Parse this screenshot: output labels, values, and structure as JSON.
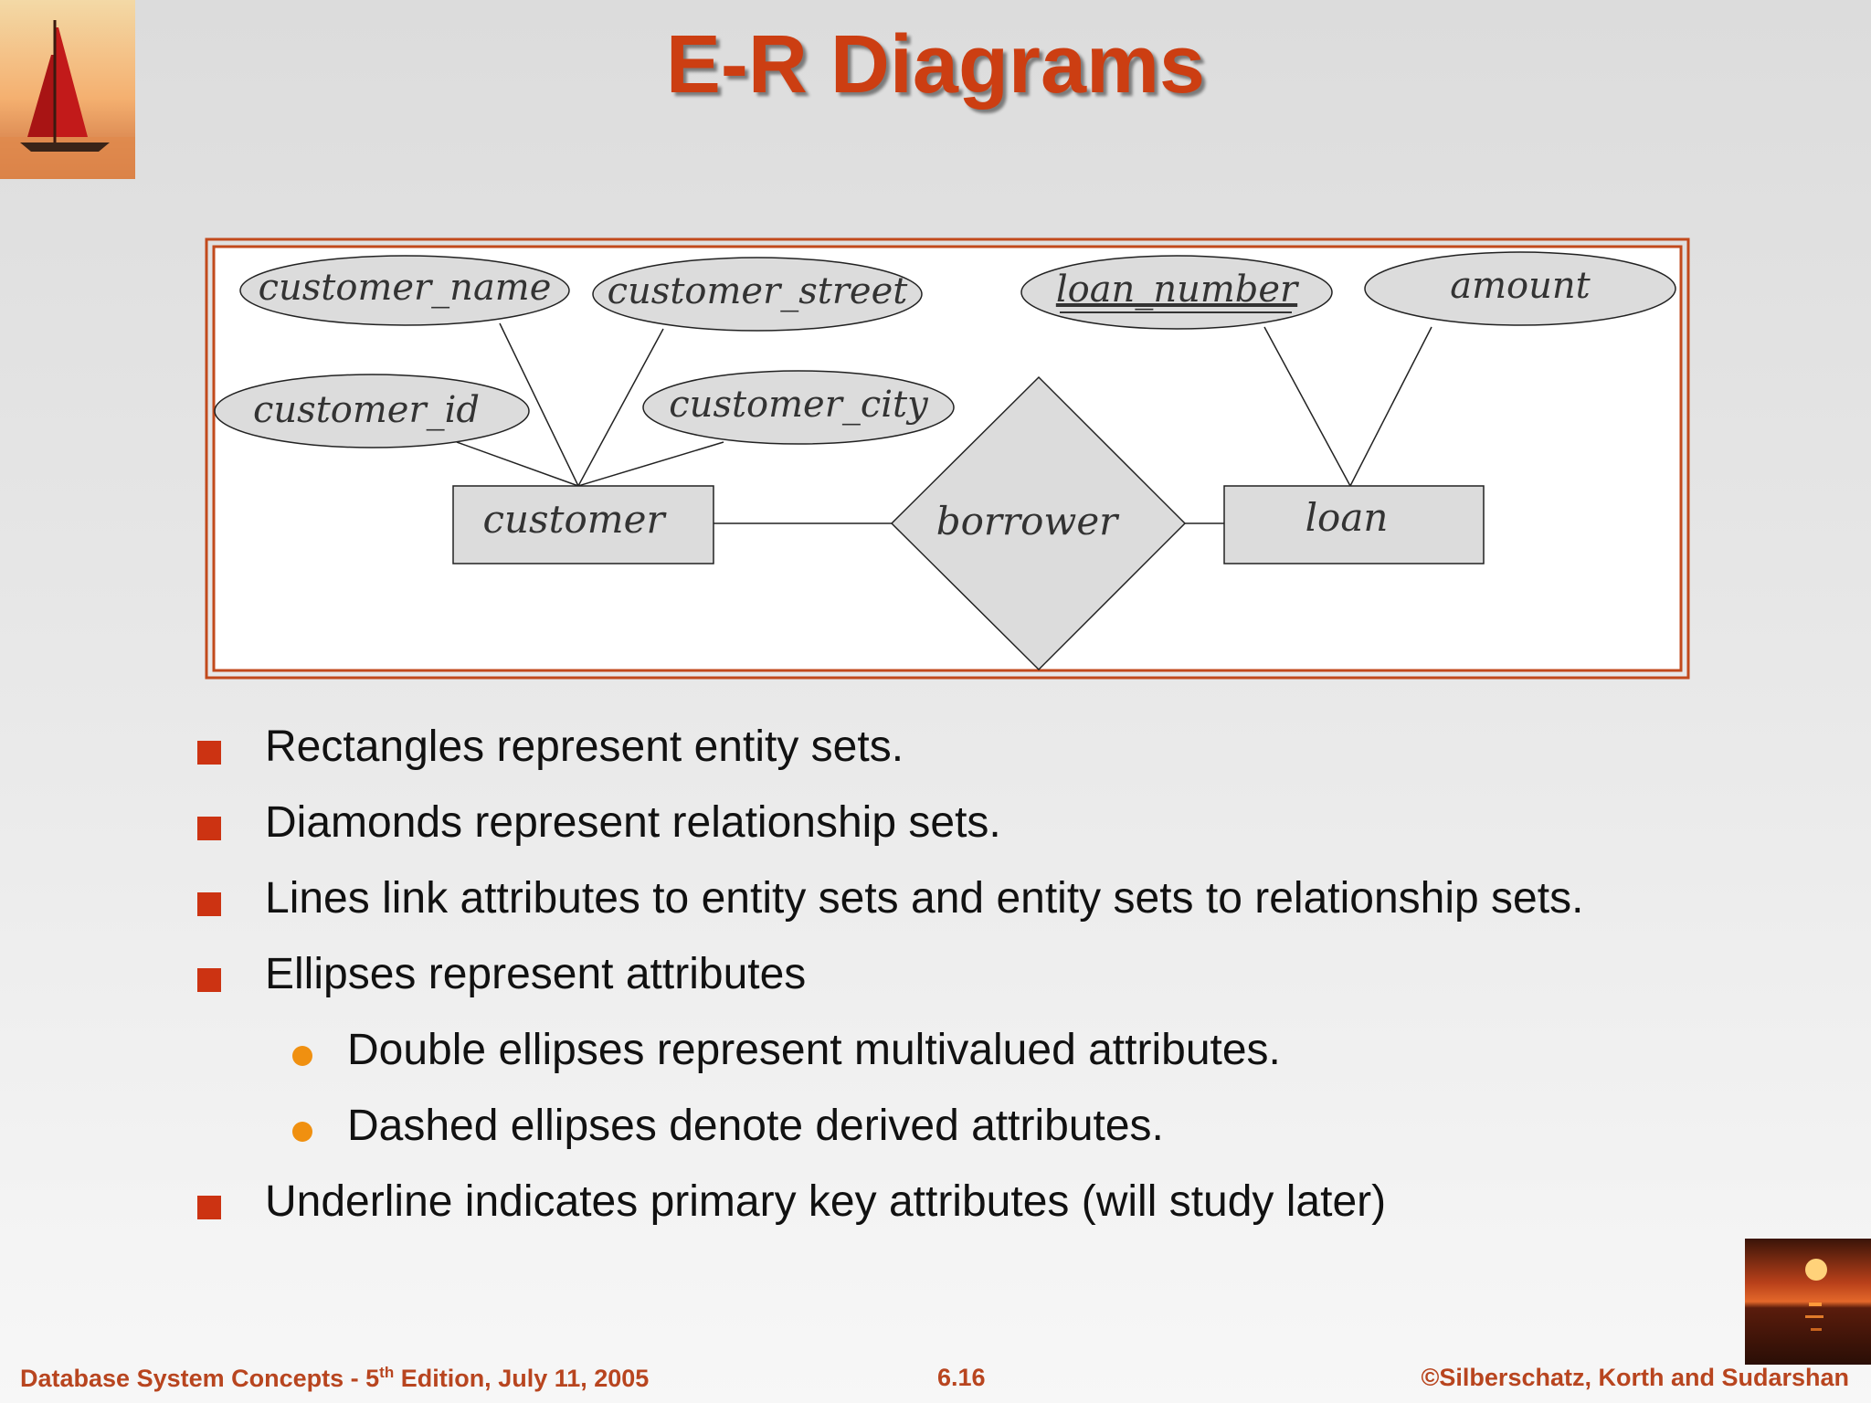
{
  "slide": {
    "title": "E-R Diagrams"
  },
  "diagram": {
    "attributes": [
      {
        "id": "customer_name",
        "label": "customer_name",
        "underlined": false
      },
      {
        "id": "customer_street",
        "label": "customer_street",
        "underlined": false
      },
      {
        "id": "customer_id",
        "label": "customer_id",
        "underlined": false
      },
      {
        "id": "customer_city",
        "label": "customer_city",
        "underlined": false
      },
      {
        "id": "loan_number",
        "label": "loan_number",
        "underlined": true
      },
      {
        "id": "amount",
        "label": "amount",
        "underlined": false
      }
    ],
    "entities": [
      {
        "id": "customer",
        "label": "customer"
      },
      {
        "id": "loan",
        "label": "loan"
      }
    ],
    "relationship": {
      "id": "borrower",
      "label": "borrower"
    },
    "colors": {
      "frame": "#c24a1c",
      "shape_fill": "#dcdcdc",
      "stroke": "#222222"
    }
  },
  "bullets": [
    {
      "level": 1,
      "text": "Rectangles represent entity sets."
    },
    {
      "level": 1,
      "text": "Diamonds represent relationship sets."
    },
    {
      "level": 1,
      "text": "Lines link attributes to entity sets and entity sets to relationship sets."
    },
    {
      "level": 1,
      "text": "Ellipses represent attributes"
    },
    {
      "level": 2,
      "text": "Double ellipses represent multivalued attributes."
    },
    {
      "level": 2,
      "text": "Dashed ellipses denote derived attributes."
    },
    {
      "level": 1,
      "text": "Underline indicates primary key attributes (will study later)"
    }
  ],
  "footer": {
    "left_prefix": "Database System Concepts - 5",
    "left_sup": "th",
    "left_suffix": " Edition, July 11, 2005",
    "center": "6.16",
    "right": "©Silberschatz, Korth and Sudarshan"
  },
  "colors": {
    "title": "#cc3e12",
    "bullet_square": "#cc3312",
    "bullet_dot": "#f09010",
    "footer": "#b8451f"
  }
}
